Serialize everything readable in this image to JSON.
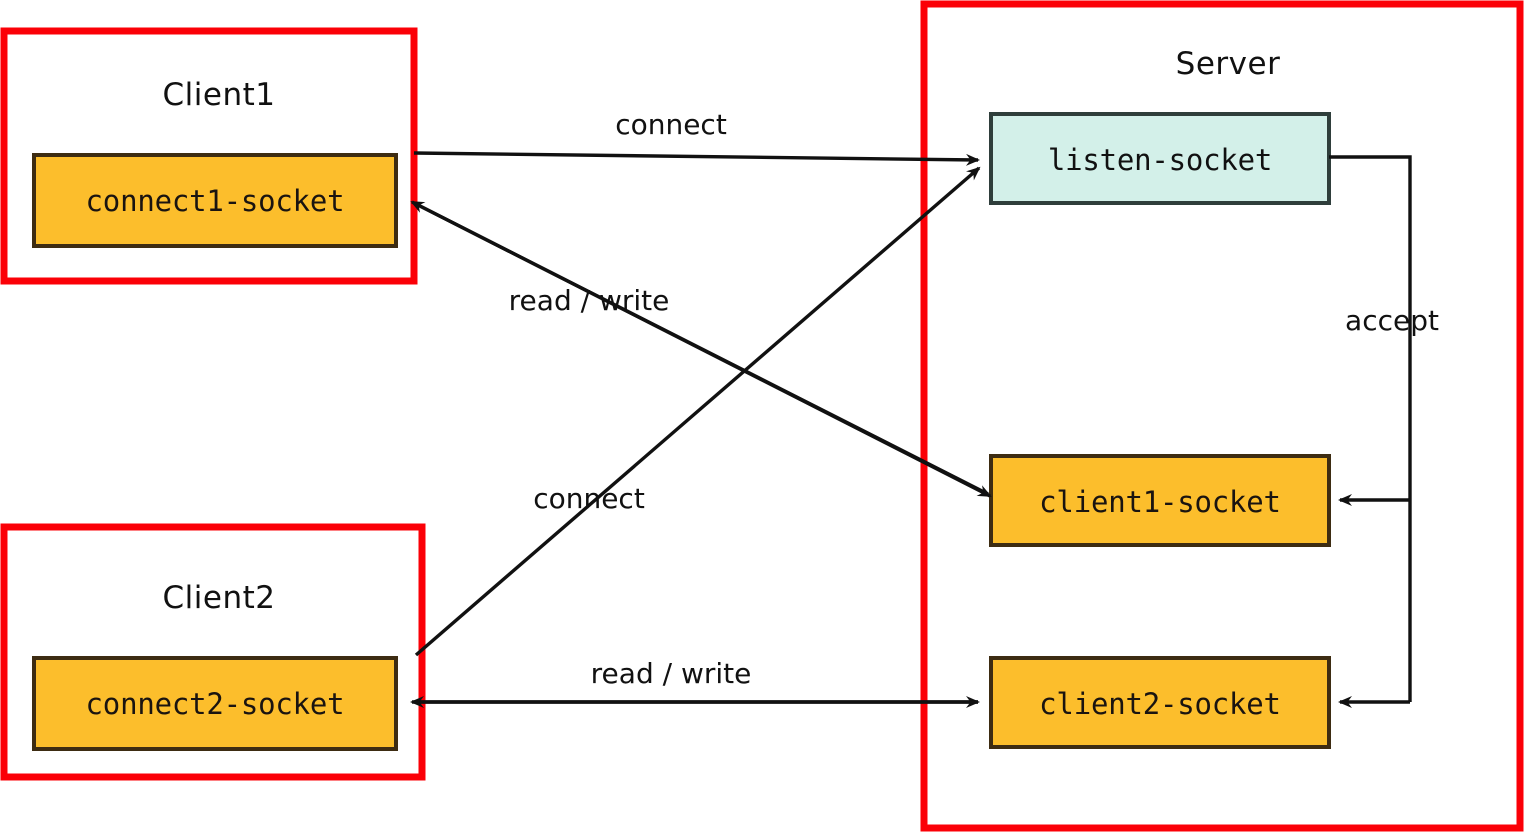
{
  "diagram": {
    "title_hidden": "",
    "background": "#ffffff",
    "colors": {
      "container_border": "#fb0007",
      "socket_fill_orange": "#fcbe2c",
      "socket_border_orange": "#3d2c12",
      "socket_fill_teal": "#d3f0e9",
      "socket_border_teal": "#2f3e3b",
      "edge": "#111111",
      "text": "#111111"
    },
    "containers": [
      {
        "id": "client1",
        "label": "Client1"
      },
      {
        "id": "client2",
        "label": "Client2"
      },
      {
        "id": "server",
        "label": "Server"
      }
    ],
    "nodes": [
      {
        "id": "connect1-socket",
        "label": "connect1-socket",
        "parent": "client1",
        "style": "orange"
      },
      {
        "id": "connect2-socket",
        "label": "connect2-socket",
        "parent": "client2",
        "style": "orange"
      },
      {
        "id": "listen-socket",
        "label": "listen-socket",
        "parent": "server",
        "style": "teal"
      },
      {
        "id": "client1-socket",
        "label": "client1-socket",
        "parent": "server",
        "style": "orange"
      },
      {
        "id": "client2-socket",
        "label": "client2-socket",
        "parent": "server",
        "style": "orange"
      }
    ],
    "edges": [
      {
        "id": "e-connect1",
        "label": "connect",
        "from": "connect1-socket",
        "to": "listen-socket",
        "direction": "forward"
      },
      {
        "id": "e-connect2",
        "label": "connect",
        "from": "connect2-socket",
        "to": "listen-socket",
        "direction": "forward"
      },
      {
        "id": "e-rw1",
        "label": "read / write",
        "from": "client1-socket",
        "to": "connect1-socket",
        "direction": "forward"
      },
      {
        "id": "e-rw2",
        "label": "read / write",
        "from": "connect2-socket",
        "to": "client2-socket",
        "direction": "both"
      },
      {
        "id": "e-accept1",
        "label": "accept",
        "from": "listen-socket",
        "to": "client1-socket",
        "direction": "forward"
      },
      {
        "id": "e-accept2",
        "label": "",
        "from": "listen-socket",
        "to": "client2-socket",
        "direction": "forward"
      }
    ],
    "edge_labels": {
      "connect_top": "connect",
      "read_write_top": "read / write",
      "connect_bottom": "connect",
      "read_write_bottom": "read / write",
      "accept": "accept"
    }
  }
}
